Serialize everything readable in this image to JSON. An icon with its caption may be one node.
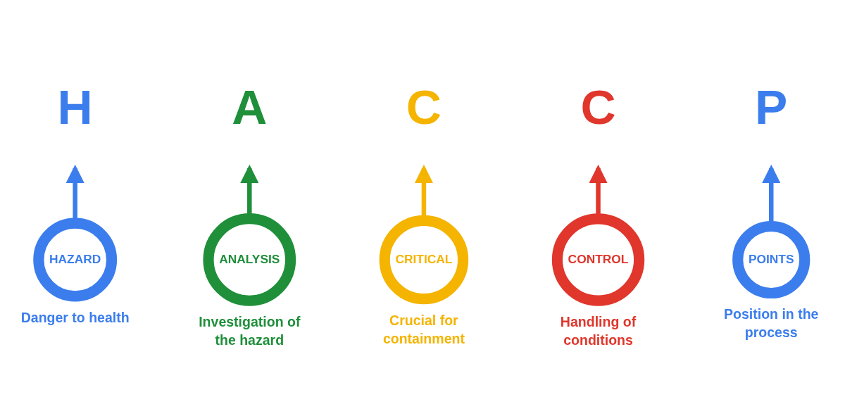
{
  "diagram": {
    "nodes": [
      {
        "text": [
          "H"
        ]
      },
      {
        "text": [
          "A"
        ]
      },
      {
        "text": [
          "C"
        ]
      },
      {
        "text": [
          "C"
        ]
      },
      {
        "text": [
          "P"
        ]
      },
      {
        "text": [
          "HAZARD"
        ],
        "beside": [
          "Danger to health"
        ]
      },
      {
        "text": [
          "ANALYSIS"
        ],
        "beside": [
          "Investigation of the hazard"
        ]
      },
      {
        "text": [
          "CRITICAL"
        ],
        "beside": [
          "Crucial for containment"
        ]
      },
      {
        "text": [
          "CONTROL"
        ],
        "beside": [
          "Handling of conditions"
        ]
      },
      {
        "text": [
          "POINTS"
        ],
        "beside": [
          "Position in the process"
        ]
      }
    ],
    "edges": [
      {
        "from": 5,
        "to": 0,
        "arrow": "to",
        "color": "#3b7ded"
      },
      {
        "from": 6,
        "to": 1,
        "arrow": "to",
        "color": "#1f8f3a"
      },
      {
        "from": 7,
        "to": 2,
        "arrow": "to",
        "color": "#f4b400"
      },
      {
        "from": 8,
        "to": 3,
        "arrow": "to",
        "color": "#e0362c"
      },
      {
        "from": 9,
        "to": 4,
        "arrow": "to",
        "color": "#3b7ded"
      }
    ]
  }
}
